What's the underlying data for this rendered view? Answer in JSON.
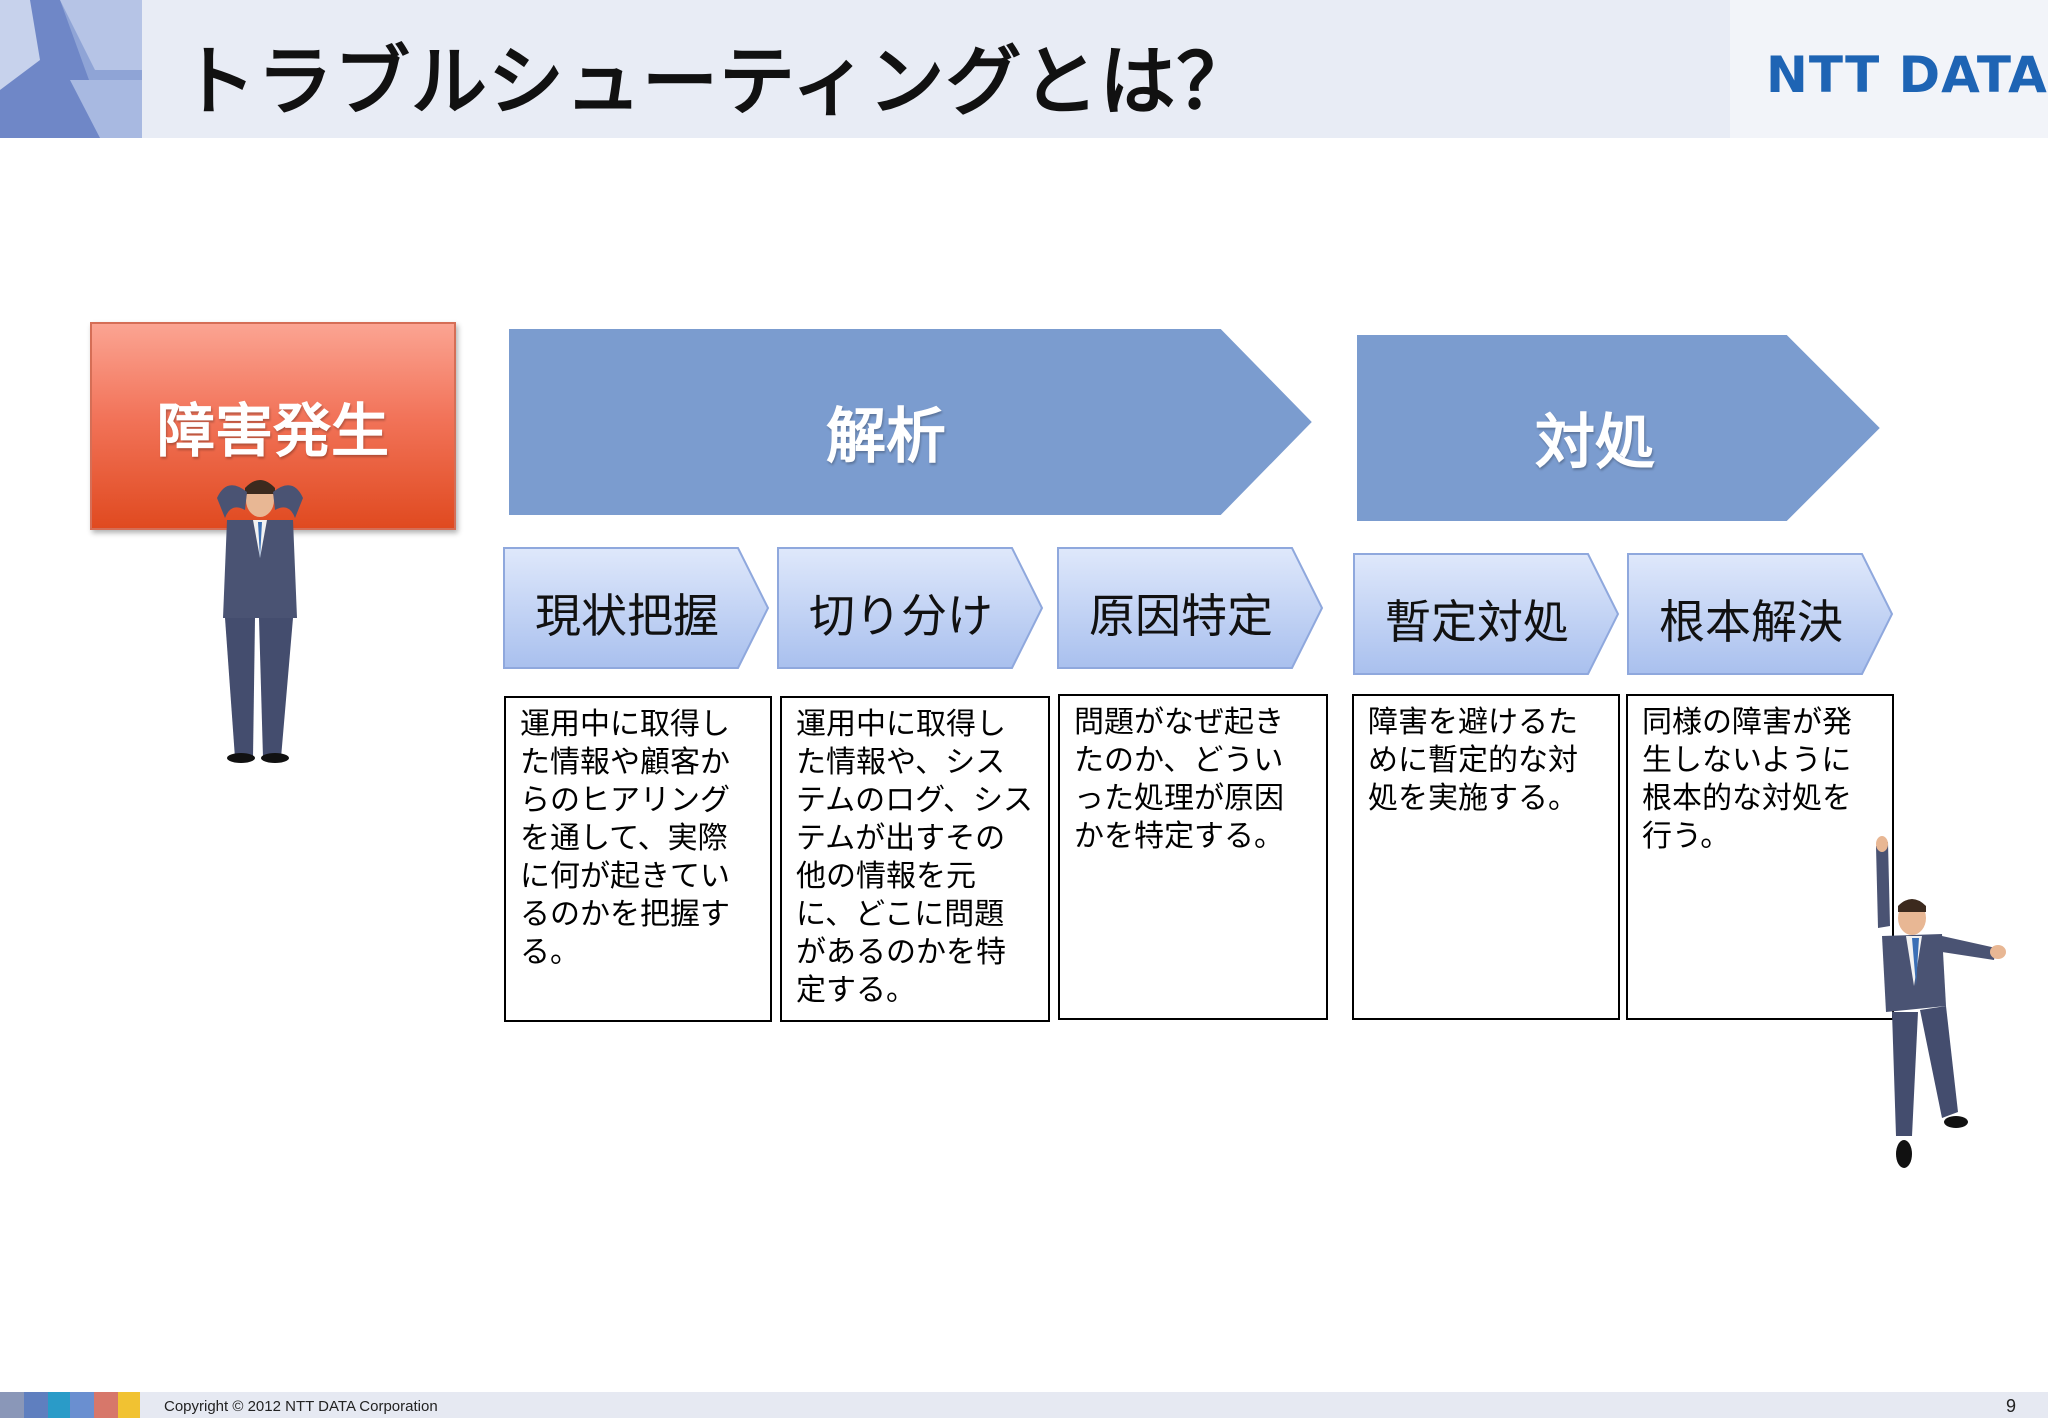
{
  "slide": {
    "title": "トラブルシューティングとは？",
    "logo": "NTT DATA",
    "copyright": "Copyright © 2012 NTT DATA Corporation",
    "page_number": "9"
  },
  "incident_box": {
    "label": "障害発生"
  },
  "phases": [
    {
      "label": "解析"
    },
    {
      "label": "対処"
    }
  ],
  "steps": [
    {
      "label": "現状把握",
      "description": "運用中に取得した情報や顧客からのヒアリングを通して、実際に何が起きているのかを把握する。"
    },
    {
      "label": "切り分け",
      "description": "運用中に取得した情報や、システムのログ、システムが出すその他の情報を元に、どこに問題があるのかを特定する。"
    },
    {
      "label": "原因特定",
      "description": "問題がなぜ起きたのか、どういった処理が原因かを特定する。"
    },
    {
      "label": "暫定対処",
      "description": "障害を避けるために暫定的な対処を実施する。"
    },
    {
      "label": "根本解決",
      "description": "同様の障害が発生しないように根本的な対処を行う。"
    }
  ],
  "colors": {
    "incident": "#e04a20",
    "phase_blue": "#7b9ccf",
    "step_light": "#c8d7f5",
    "logo_blue": "#1e64b4"
  }
}
